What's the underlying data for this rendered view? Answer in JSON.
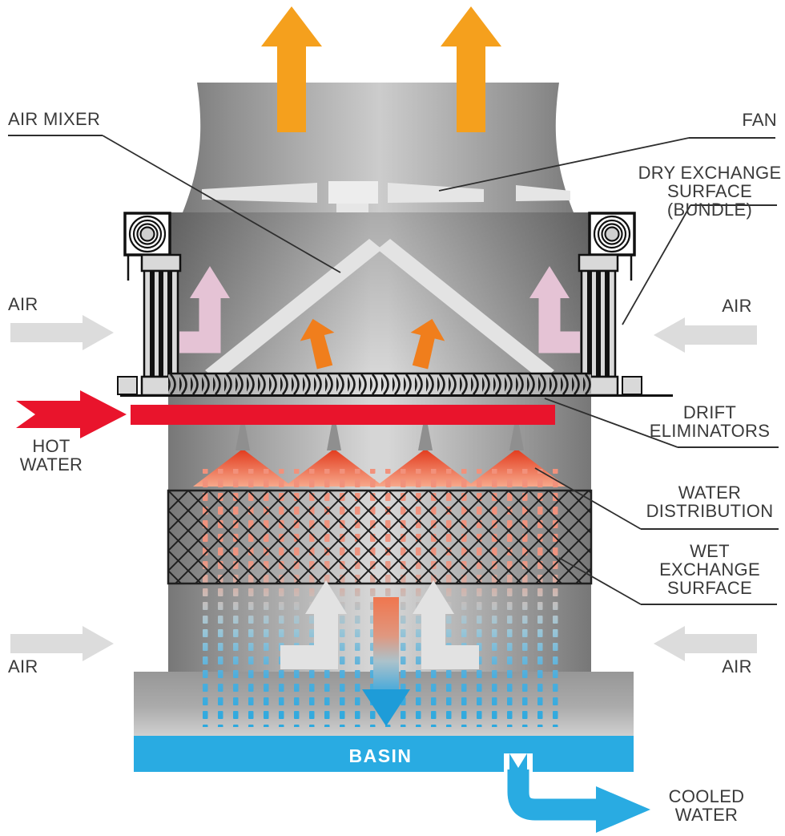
{
  "labels": {
    "air_mixer": "AIR MIXER",
    "fan": "FAN",
    "dry_exchange_surface": [
      "DRY EXCHANGE",
      "SURFACE (BUNDLE)"
    ],
    "air": "AIR",
    "hot_water": [
      "HOT",
      "WATER"
    ],
    "drift_eliminators": [
      "DRIFT",
      "ELIMINATORS"
    ],
    "water_distribution": [
      "WATER",
      "DISTRIBUTION"
    ],
    "wet_exchange_surface": [
      "WET",
      "EXCHANGE",
      "SURFACE"
    ],
    "basin": "BASIN",
    "cooled_water": [
      "COOLED",
      "WATER"
    ]
  },
  "colors": {
    "exhaust_orange": "#F5A01D",
    "mixing_orange": "#F07E1C",
    "hot_water_red": "#E9142C",
    "plume_pink": "#E5C3D5",
    "water_blue": "#29ABE2",
    "spray_red": "#E2391B",
    "spray_salmon": "#F7A98C",
    "air_gray": "#DCDCDC",
    "label_text": "#3A3A3A"
  }
}
